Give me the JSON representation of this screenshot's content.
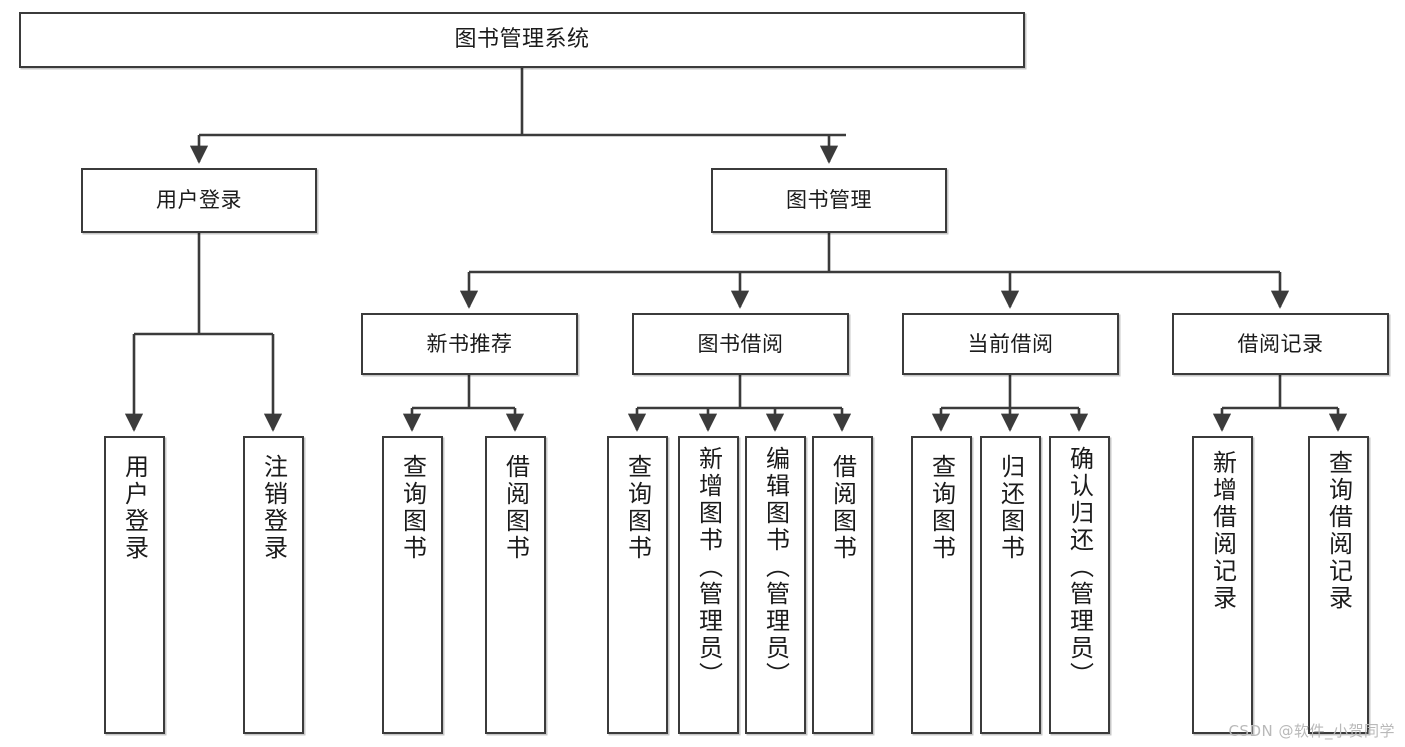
{
  "diagram": {
    "title": "图书管理系统",
    "type": "tree",
    "orientation": "top-down",
    "colors": {
      "box_border": "#3b3b3b",
      "box_fill": "#ffffff",
      "edge": "#3b3b3b",
      "text": "#1b1b1b",
      "watermark": "#b9b9b9",
      "background": "#ffffff"
    },
    "root": {
      "label": "图书管理系统"
    },
    "level2": [
      {
        "label": "用户登录"
      },
      {
        "label": "图书管理"
      }
    ],
    "level3": [
      {
        "label": "新书推荐"
      },
      {
        "label": "图书借阅"
      },
      {
        "label": "当前借阅"
      },
      {
        "label": "借阅记录"
      }
    ],
    "leaves": {
      "user_login": [
        {
          "label": "用户登录"
        },
        {
          "label": "注销登录"
        }
      ],
      "new_book_recommend": [
        {
          "label": "查询图书"
        },
        {
          "label": "借阅图书"
        }
      ],
      "book_borrow": [
        {
          "label": "查询图书"
        },
        {
          "label": "新增图书（管理员）"
        },
        {
          "label": "编辑图书（管理员）"
        },
        {
          "label": "借阅图书"
        }
      ],
      "current_borrow": [
        {
          "label": "查询图书"
        },
        {
          "label": "归还图书"
        },
        {
          "label": "确认归还（管理员）"
        }
      ],
      "borrow_record": [
        {
          "label": "新增借阅记录"
        },
        {
          "label": "查询借阅记录"
        }
      ]
    }
  },
  "watermark": {
    "text": "CSDN @软件_小贺同学"
  }
}
